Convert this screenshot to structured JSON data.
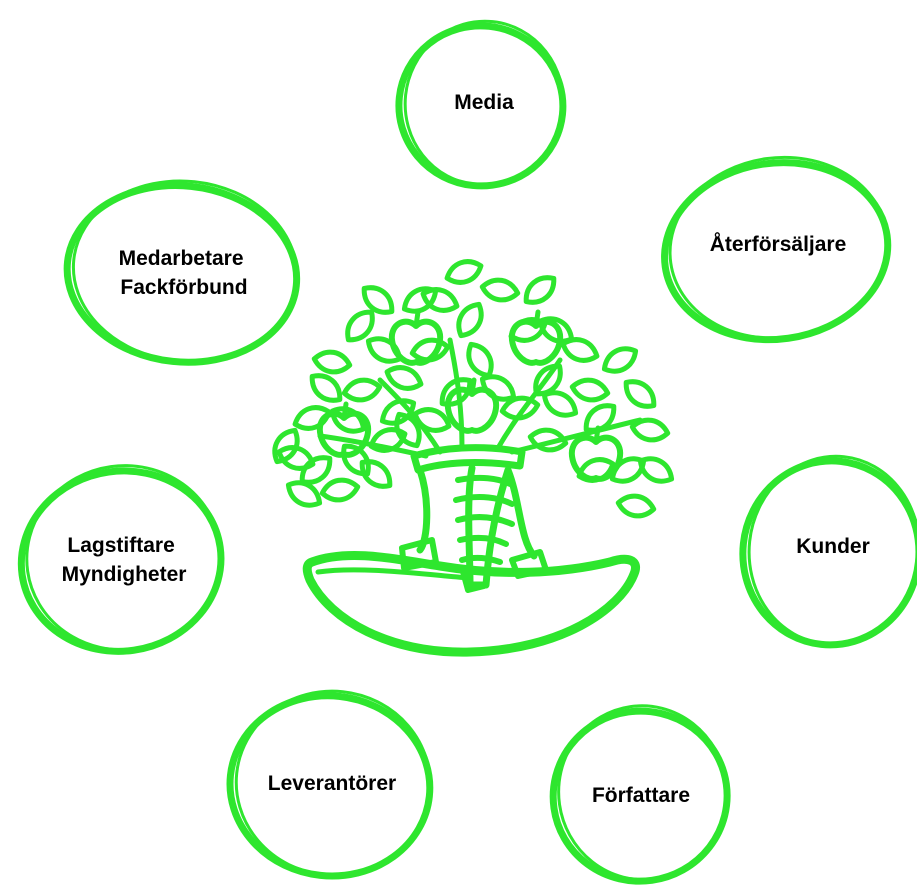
{
  "colors": {
    "accent": "#2ee62e",
    "text": "#000000",
    "background": "#ffffff"
  },
  "center": {
    "icon": "apple-tree-icon"
  },
  "nodes": [
    {
      "id": "media",
      "lines": [
        "Media"
      ]
    },
    {
      "id": "aterforsaljare",
      "lines": [
        "Återförsäljare"
      ]
    },
    {
      "id": "kunder",
      "lines": [
        "Kunder"
      ]
    },
    {
      "id": "forfattare",
      "lines": [
        "Författare"
      ]
    },
    {
      "id": "leverantorer",
      "lines": [
        "Leverantörer"
      ]
    },
    {
      "id": "lagstiftare",
      "lines": [
        "Lagstiftare",
        "Myndigheter"
      ]
    },
    {
      "id": "medarbetare",
      "lines": [
        "Medarbetare",
        "Fackförbund"
      ]
    }
  ]
}
